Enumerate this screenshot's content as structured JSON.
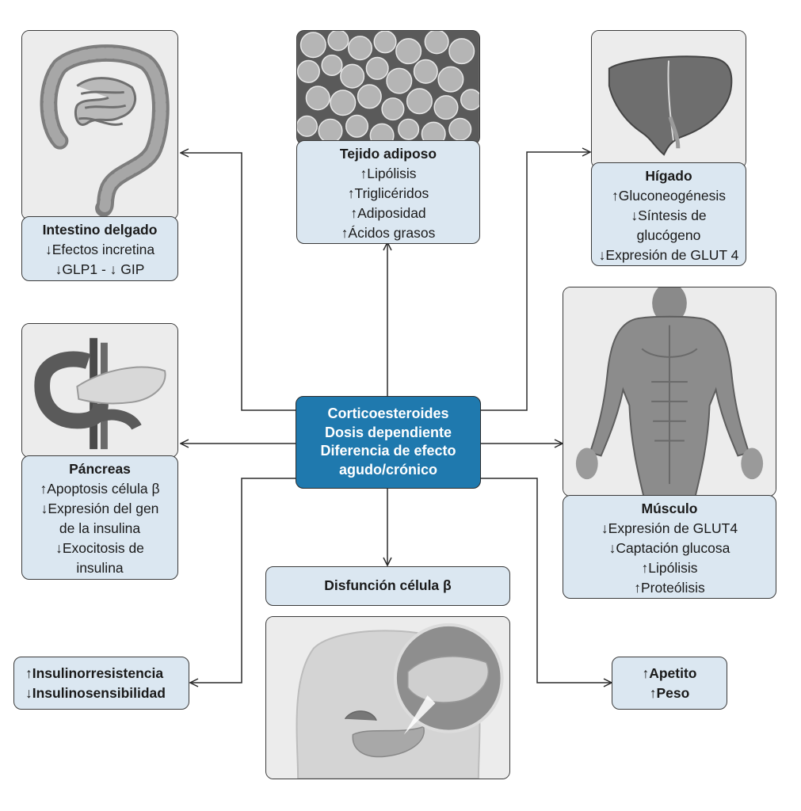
{
  "center": {
    "lines": [
      "Corticoesteroides",
      "Dosis dependiente",
      "Diferencia de efecto",
      "agudo/crónico"
    ]
  },
  "intestino": {
    "title": "Intestino delgado",
    "lines": [
      "↓Efectos incretina",
      "↓GLP1 - ↓ GIP"
    ]
  },
  "adiposo": {
    "title": "Tejido adiposo",
    "lines": [
      "↑Lipólisis",
      "↑Triglicéridos",
      "↑Adiposidad",
      "↑Ácidos grasos"
    ]
  },
  "higado": {
    "title": "Hígado",
    "lines": [
      "↑Gluconeogénesis",
      "↓Síntesis de",
      "glucógeno",
      "↓Expresión de GLUT 4"
    ]
  },
  "pancreas": {
    "title": "Páncreas",
    "lines": [
      "↑Apoptosis célula β",
      "↓Expresión del gen",
      "de la insulina",
      "↓Exocitosis de",
      "insulina"
    ]
  },
  "musculo": {
    "title": "Músculo",
    "lines": [
      "↓Expresión de GLUT4",
      "↓Captación glucosa",
      "↑Lipólisis",
      "↑Proteólisis"
    ]
  },
  "disfuncion": {
    "title": "Disfunción célula β"
  },
  "insulina": {
    "lines": [
      "↑Insulinorresistencia",
      "↓Insulinosensibilidad"
    ]
  },
  "apetito": {
    "lines": [
      "↑Apetito",
      "↑Peso"
    ]
  },
  "colors": {
    "center_fill": "#1f79ae",
    "label_fill": "#dbe7f1",
    "image_fill": "#ececec",
    "connector": "#2b2b2b"
  }
}
